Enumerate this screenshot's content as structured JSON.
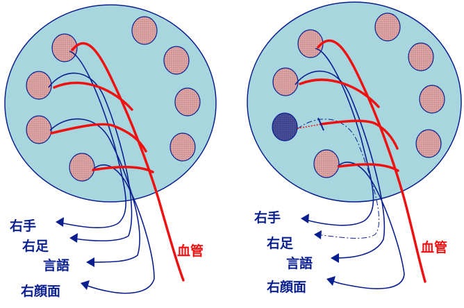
{
  "left_diagram": {
    "labels": {
      "hand": "右手",
      "foot": "右足",
      "speech": "言語",
      "face": "右顔面",
      "vessel": "血管"
    }
  },
  "right_diagram": {
    "labels": {
      "hand": "右手",
      "foot": "右足",
      "speech": "言語",
      "face": "右顔面",
      "vessel": "血管"
    }
  },
  "colors": {
    "brain_fill": "#a8d6de",
    "cell_fill": "#d9a9a9",
    "damaged_cell_fill": "#4a4f9a",
    "nerve": "#0a1f8f",
    "vessel": "#ee1111"
  }
}
